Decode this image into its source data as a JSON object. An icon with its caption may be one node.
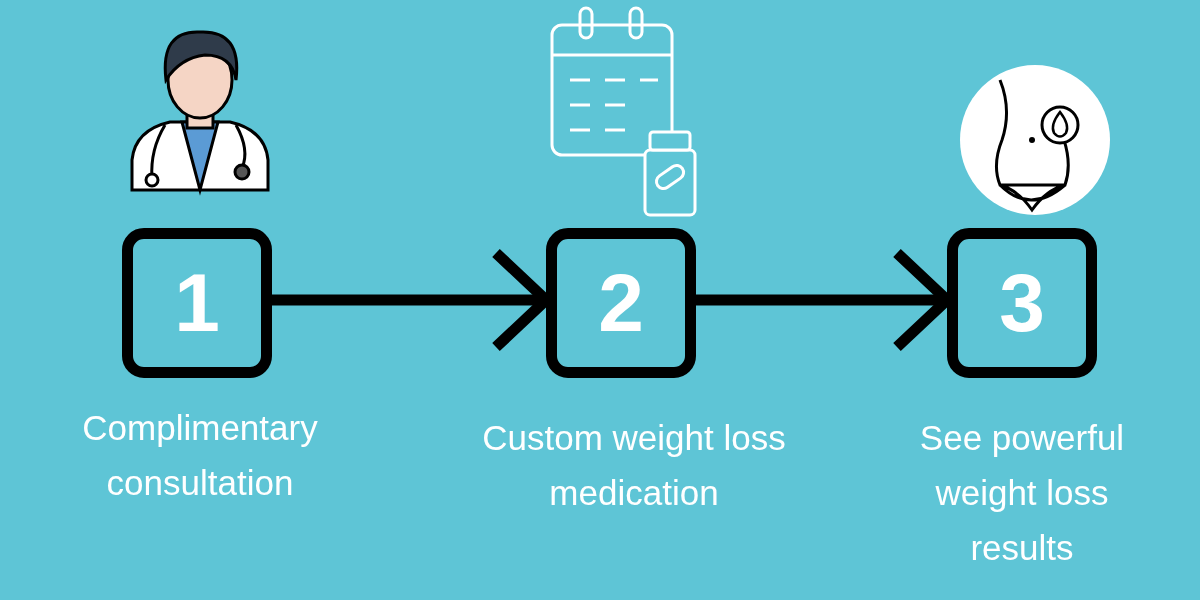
{
  "diagram": {
    "nodes": [
      {
        "text": [
          "1"
        ],
        "beside": [
          "Complimentary consultation"
        ]
      },
      {
        "text": [
          "2"
        ],
        "beside": [
          "Custom weight loss medication"
        ]
      },
      {
        "text": [
          "3"
        ],
        "beside": [
          "See powerful weight loss results"
        ]
      }
    ],
    "edges": [
      {
        "from": 0,
        "to": 1,
        "arrow": "to"
      },
      {
        "from": 1,
        "to": 2,
        "arrow": "to"
      }
    ]
  }
}
